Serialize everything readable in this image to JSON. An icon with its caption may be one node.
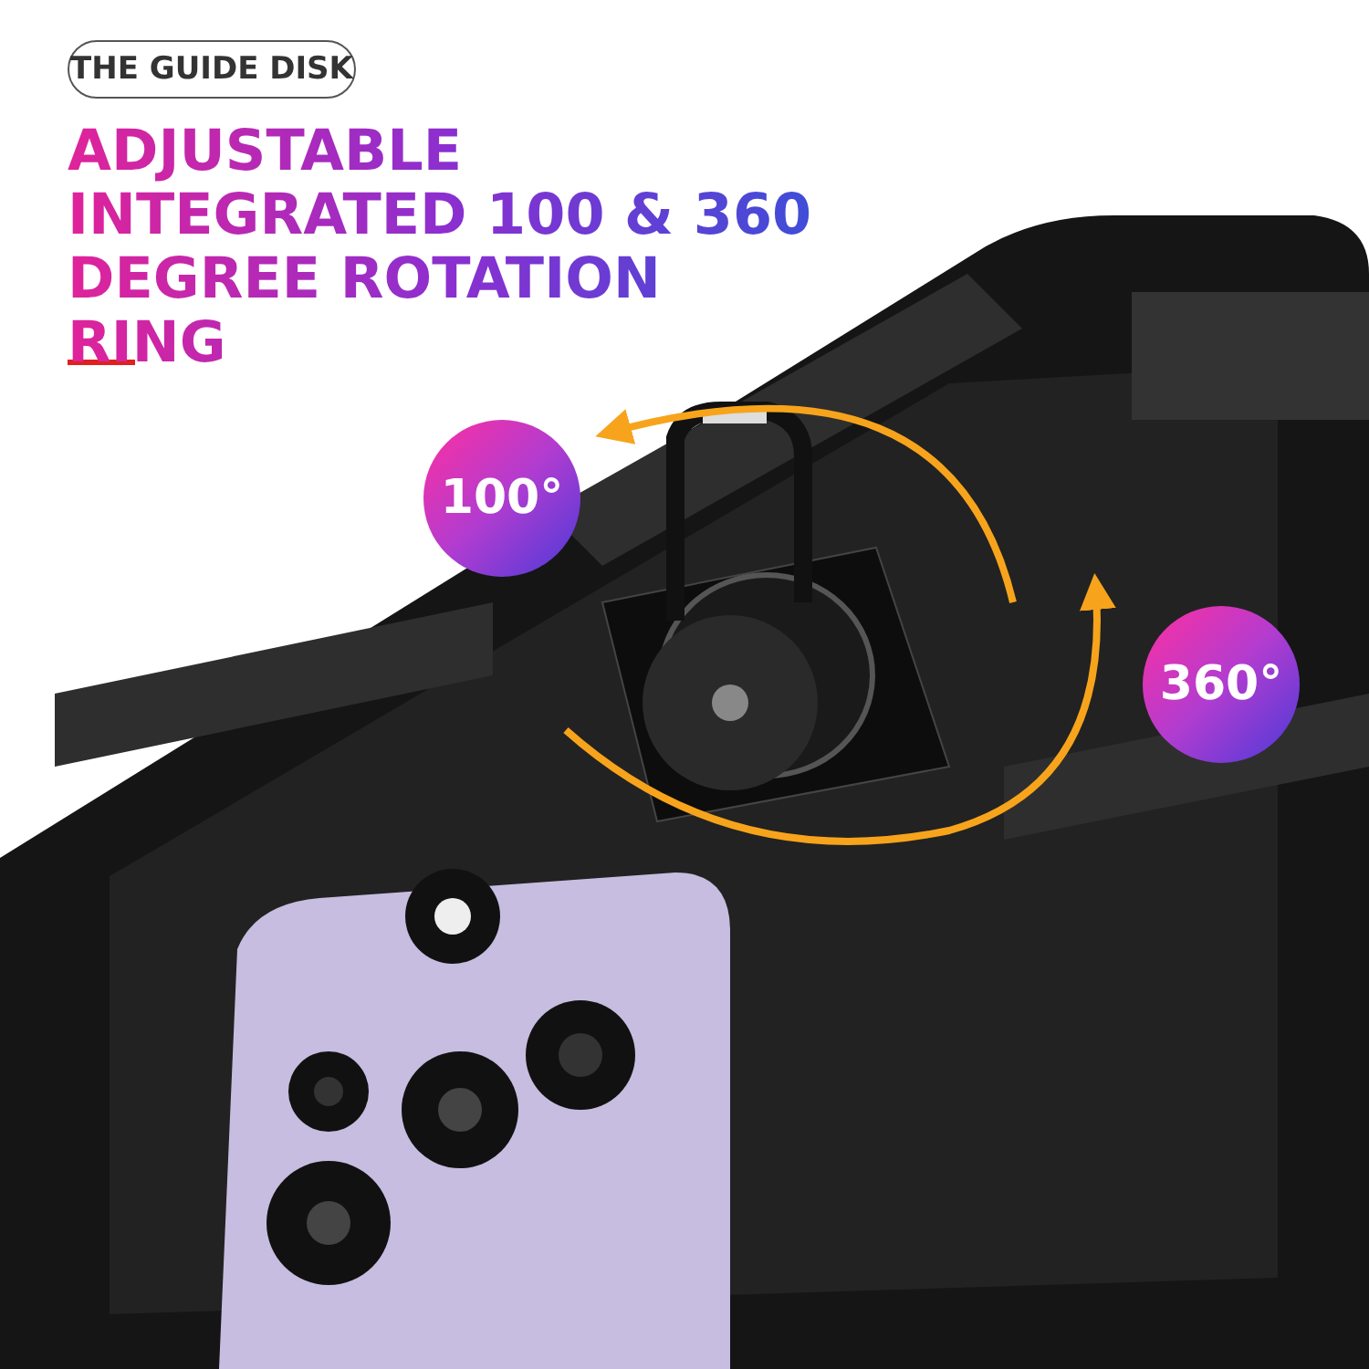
{
  "diagram": {
    "title": "ADJUSTABLE INTEGRATED 100 & 360 DEGREE ROTATION RING",
    "nodes": [
      {
        "text": [
          "THE GUIDE DISK"
        ]
      },
      {
        "text": [
          "100°"
        ]
      },
      {
        "text": [
          "360°"
        ]
      }
    ]
  }
}
